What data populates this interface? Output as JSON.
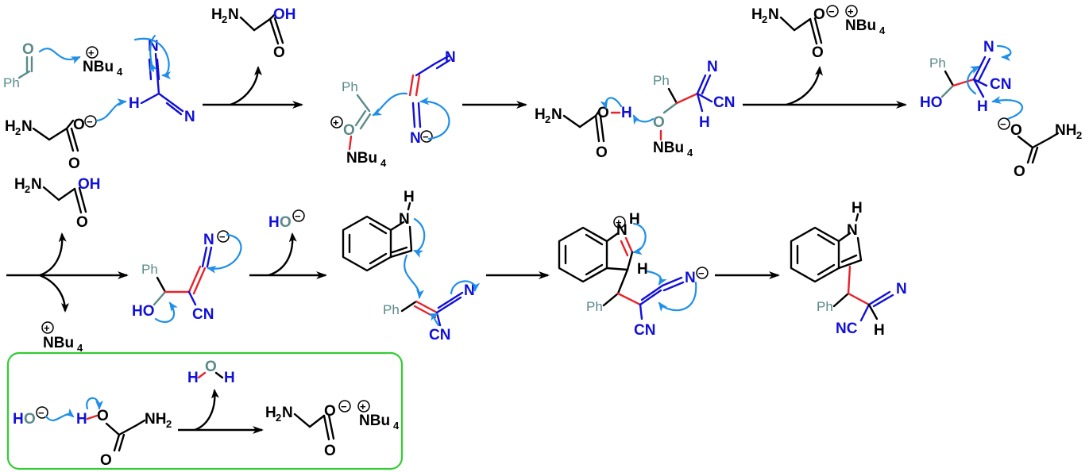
{
  "colors": {
    "black": "#000000",
    "blue": "#1010d8",
    "teal": "#5a8a8a",
    "red": "#e8232a",
    "arrow_blue": "#1f8fe8",
    "box_green": "#33cc33"
  },
  "labels": {
    "O": "O",
    "OH": "OH",
    "HO": "HO",
    "Ph": "Ph",
    "H": "H",
    "N": "N",
    "NH": "N",
    "H2N": "H",
    "H2N_n": "N",
    "two": "2",
    "NH2": "NH",
    "NBu": "NBu",
    "four": "4",
    "CN": "CN",
    "NC": "NC",
    "plus": "+",
    "minus": "−"
  },
  "box": {
    "border_color": "#33cc33"
  }
}
